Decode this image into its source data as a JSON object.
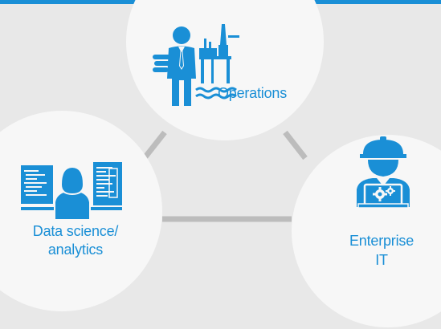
{
  "theme": {
    "accent": "#1a8fd6",
    "background": "#e8e8e8",
    "circle_fill": "#f7f7f7",
    "connector": "#bcbcbc",
    "icon_color": "#1a8fd6"
  },
  "nodes": {
    "operations": {
      "label": "Operations",
      "icon": "engineer-with-oil-rig-icon"
    },
    "data_science": {
      "label_line1": "Data science/",
      "label_line2": "analytics",
      "icon": "analyst-at-monitors-icon"
    },
    "enterprise_it": {
      "label_line1": "Enterprise",
      "label_line2": "IT",
      "icon": "technician-with-laptop-icon"
    }
  }
}
